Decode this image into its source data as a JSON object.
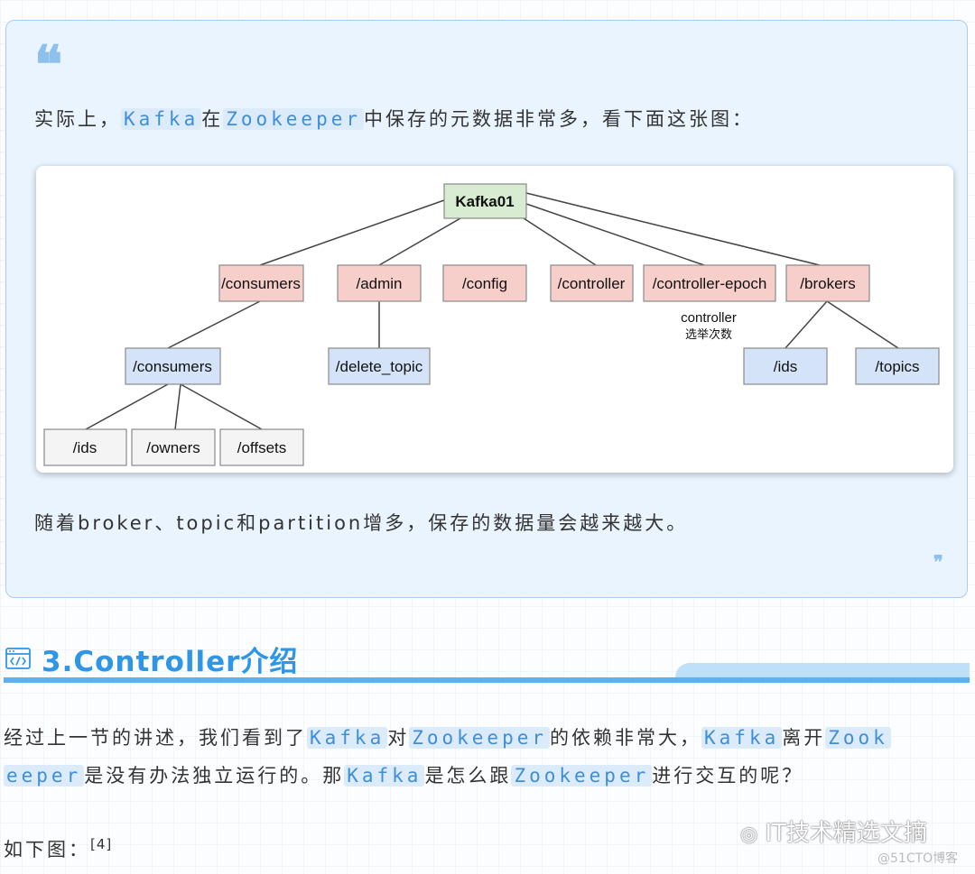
{
  "quote": {
    "open_mark": "❝",
    "close_mark": "❞",
    "line1": {
      "prefix": "实际上，",
      "code1": "Kafka",
      "mid": "在",
      "code2": "Zookeeper",
      "suffix": "中保存的元数据非常多，看下面这张图："
    },
    "line2": "随着broker、topic和partition增多，保存的数据量会越来越大。"
  },
  "diagram": {
    "root": "Kafka01",
    "level1": [
      "/consumers",
      "/admin",
      "/config",
      "/controller",
      "/controller-epoch",
      "/brokers"
    ],
    "epoch_note_line1": "controller",
    "epoch_note_line2": "选举次数",
    "consumers_child": "/consumers",
    "admin_child": "/delete_topic",
    "brokers_children": [
      "/ids",
      "/topics"
    ],
    "consumers_leaves": [
      "/ids",
      "/owners",
      "/offsets"
    ],
    "colors": {
      "root": "#d8ecd2",
      "level1": "#f6cfcb",
      "level2": "#d5e3f8",
      "leaf": "#f4f4f4"
    }
  },
  "section": {
    "icon": "code-window-icon",
    "title": "3.Controller介绍"
  },
  "body": {
    "p1_line1": {
      "t1": "经过上一节的讲述，我们看到了",
      "c1": "Kafka",
      "t2": "对",
      "c2": "Zookeeper",
      "t3": "的依赖非常大，",
      "c3": "Kafka",
      "t4": "离开",
      "c4": "Zook"
    },
    "p1_line2": {
      "c1": "eeper",
      "t1": "是没有办法独立运行的。那",
      "c2": "Kafka",
      "t2": "是怎么跟",
      "c3": "Zookeeper",
      "t3": "进行交互的呢？"
    },
    "p2": "如下图：",
    "p2_ref": "[4]"
  },
  "watermark": {
    "main": "IT技术精选文摘",
    "sub": "@51CTO博客"
  }
}
